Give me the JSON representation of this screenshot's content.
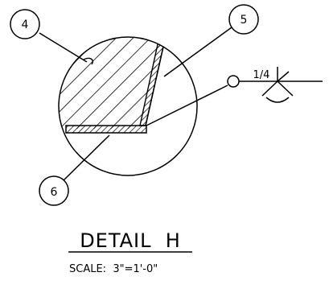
{
  "detail": {
    "title": "DETAIL  H",
    "scale": "SCALE:  3\"=1'-0\""
  },
  "callouts": [
    {
      "id": "4",
      "label": "4"
    },
    {
      "id": "5",
      "label": "5"
    },
    {
      "id": "6",
      "label": "6"
    }
  ],
  "weld_symbol": {
    "size": "1/4"
  },
  "colors": {
    "ink": "#000000",
    "background": "#ffffff"
  }
}
